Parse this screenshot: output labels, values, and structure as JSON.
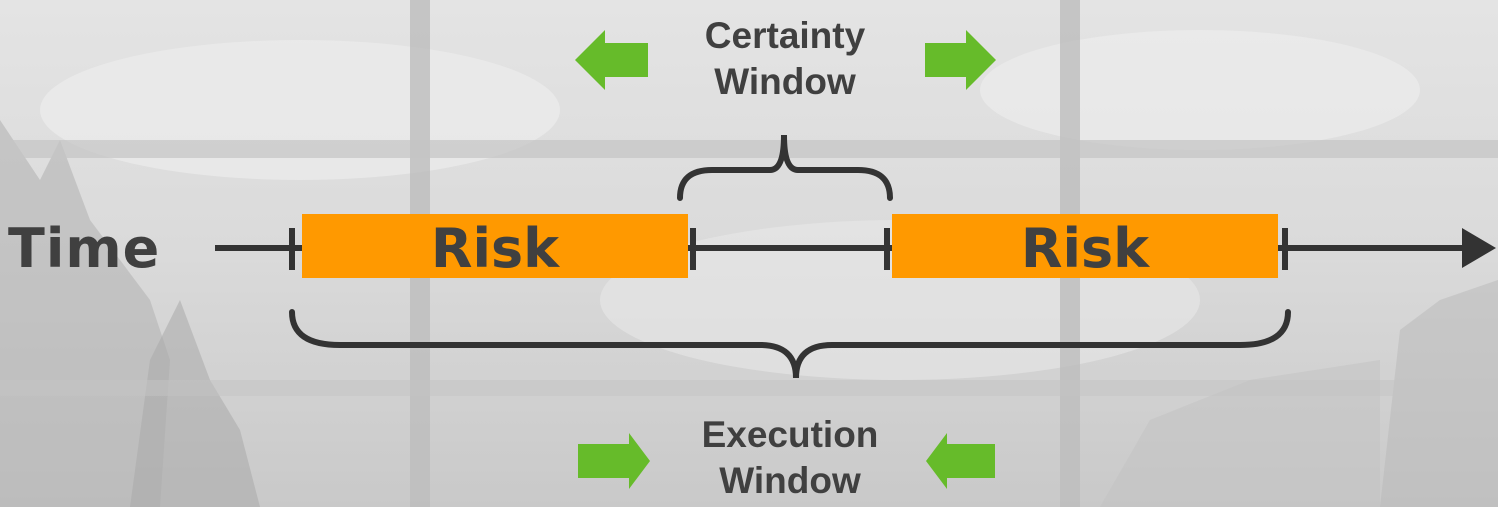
{
  "time_label": "Time",
  "risk_blocks": [
    {
      "label": "Risk"
    },
    {
      "label": "Risk"
    }
  ],
  "certainty_window": {
    "line1": "Certainty",
    "line2": "Window",
    "arrow_direction": "outward"
  },
  "execution_window": {
    "line1": "Execution",
    "line2": "Window",
    "arrow_direction": "inward"
  },
  "colors": {
    "risk_fill": "#FF9900",
    "arrow_fill": "#66BB2A",
    "line": "#333333",
    "text": "#404040"
  }
}
